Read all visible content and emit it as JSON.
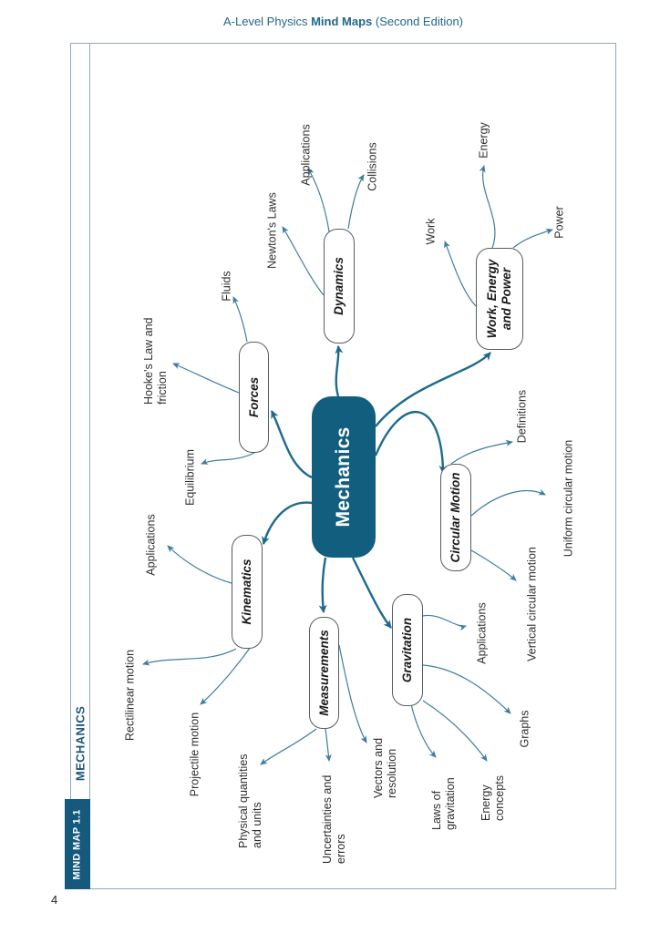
{
  "header": {
    "prefix": "A-Level Physics",
    "bold": "Mind Maps",
    "suffix": "(Second Edition)"
  },
  "sidebar": {
    "tab": "MIND MAP 1.1",
    "chapter": "MECHANICS"
  },
  "page_number": "4",
  "colors": {
    "accent_dark": "#115e7e",
    "branch_main": "#1d6a8e",
    "branch_sub": "#3f7d9f",
    "frame_border": "#93a9b6",
    "header_text": "#20688c"
  },
  "mindmap": {
    "center": "Mechanics",
    "topics": [
      {
        "label": "Dynamics",
        "subs": [
          "Newton's Laws",
          "Applications",
          "Collisions"
        ]
      },
      {
        "label": "Forces",
        "subs": [
          "Fluids",
          "Hooke's Law and friction",
          "Equilibrium"
        ]
      },
      {
        "label": "Work, Energy and Power",
        "subs": [
          "Work",
          "Energy",
          "Power"
        ]
      },
      {
        "label": "Circular Motion",
        "subs": [
          "Definitions",
          "Uniform circular motion",
          "Vertical circular motion"
        ]
      },
      {
        "label": "Kinematics",
        "subs": [
          "Applications",
          "Rectilinear motion",
          "Projectile motion"
        ]
      },
      {
        "label": "Measurements",
        "subs": [
          "Physical quantities and units",
          "Uncertainties and errors",
          "Vectors and resolution"
        ]
      },
      {
        "label": "Gravitation",
        "subs": [
          "Applications",
          "Laws of gravitation",
          "Energy concepts",
          "Graphs"
        ]
      }
    ]
  }
}
